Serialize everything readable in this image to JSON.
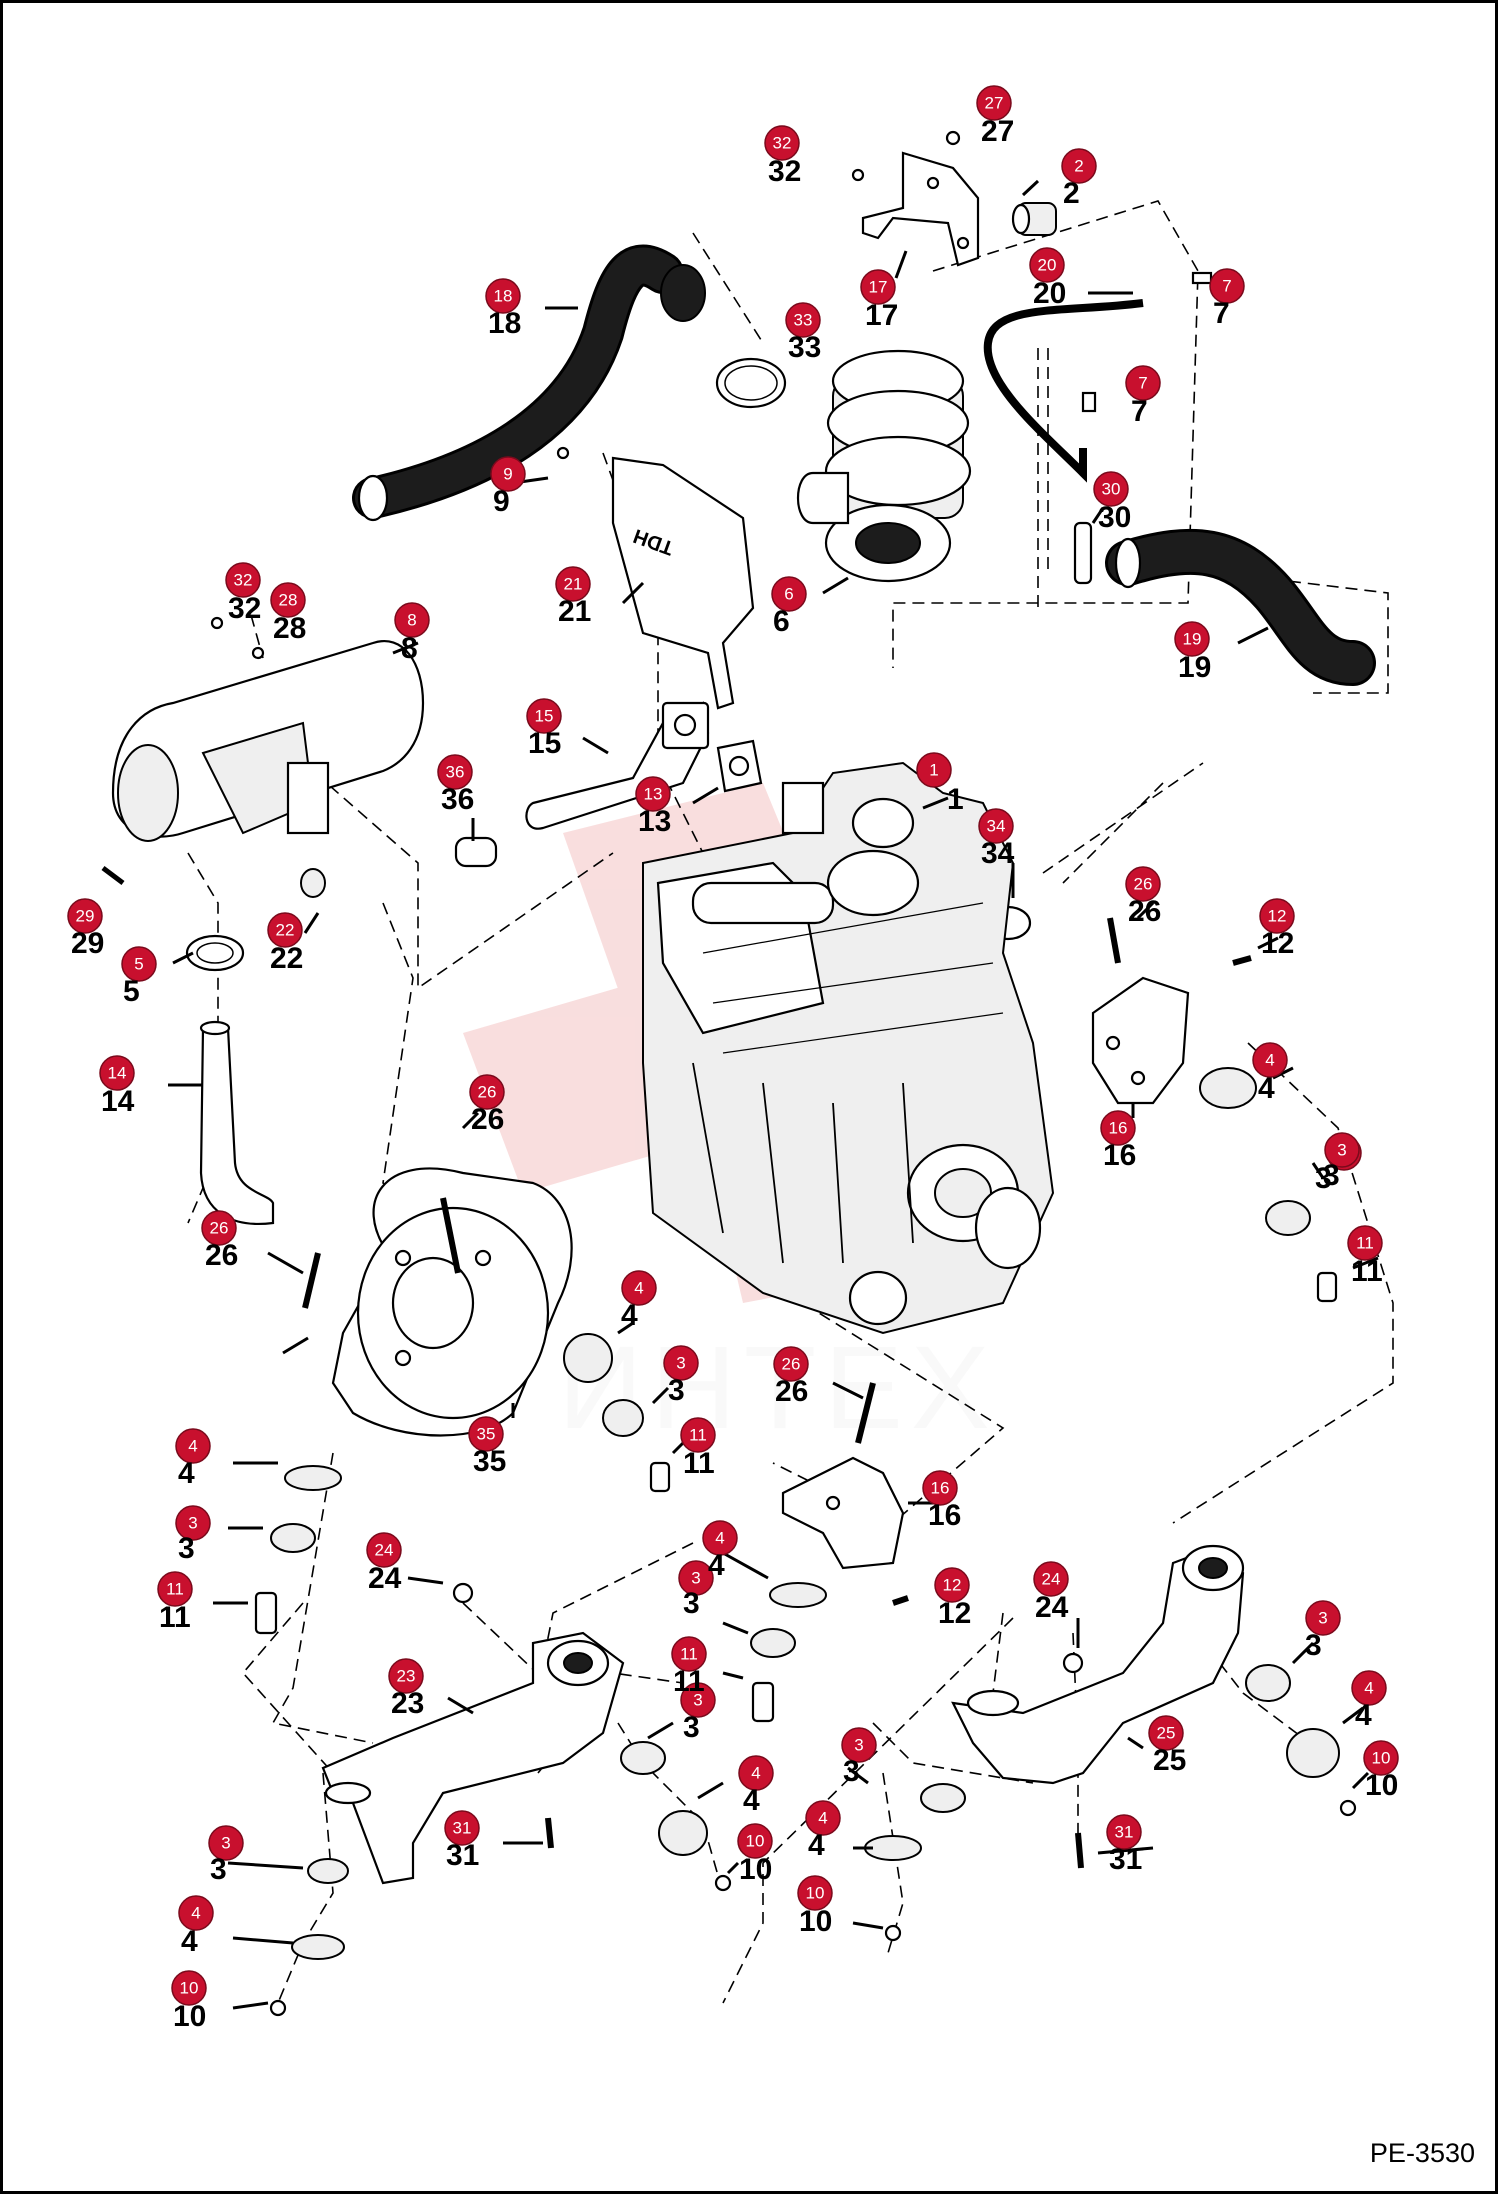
{
  "document": {
    "drawing_code": "PE-3530",
    "watermark_text": "ИНТЕХ"
  },
  "colors": {
    "marker_fill": "#c8102e",
    "marker_text": "#ffffff",
    "line": "#000000",
    "watermark": "#e88a8a"
  },
  "callouts": [
    {
      "id": "c1",
      "part": "1",
      "label": "1"
    },
    {
      "id": "c2",
      "part": "2",
      "label": "2"
    },
    {
      "id": "c3a",
      "part": "3",
      "label": "3"
    },
    {
      "id": "c3b",
      "part": "3",
      "label": "3"
    },
    {
      "id": "c3c",
      "part": "3",
      "label": "3"
    },
    {
      "id": "c3d",
      "part": "3",
      "label": "3"
    },
    {
      "id": "c3e",
      "part": "3",
      "label": "3"
    },
    {
      "id": "c3f",
      "part": "3",
      "label": "3"
    },
    {
      "id": "c3g",
      "part": "3",
      "label": "3"
    },
    {
      "id": "c3h",
      "part": "3",
      "label": "3"
    },
    {
      "id": "c3i",
      "part": "3",
      "label": "3"
    },
    {
      "id": "c4a",
      "part": "4",
      "label": "4"
    },
    {
      "id": "c4b",
      "part": "4",
      "label": "4"
    },
    {
      "id": "c4c",
      "part": "4",
      "label": "4"
    },
    {
      "id": "c4d",
      "part": "4",
      "label": "4"
    },
    {
      "id": "c4e",
      "part": "4",
      "label": "4"
    },
    {
      "id": "c4f",
      "part": "4",
      "label": "4"
    },
    {
      "id": "c4g",
      "part": "4",
      "label": "4"
    },
    {
      "id": "c4h",
      "part": "4",
      "label": "4"
    },
    {
      "id": "c5",
      "part": "5",
      "label": "5"
    },
    {
      "id": "c6",
      "part": "6",
      "label": "6"
    },
    {
      "id": "c7a",
      "part": "7",
      "label": "7"
    },
    {
      "id": "c7b",
      "part": "7",
      "label": "7"
    },
    {
      "id": "c8",
      "part": "8",
      "label": "8"
    },
    {
      "id": "c9",
      "part": "9",
      "label": "9"
    },
    {
      "id": "c10a",
      "part": "10",
      "label": "10"
    },
    {
      "id": "c10b",
      "part": "10",
      "label": "10"
    },
    {
      "id": "c10c",
      "part": "10",
      "label": "10"
    },
    {
      "id": "c10d",
      "part": "10",
      "label": "10"
    },
    {
      "id": "c11a",
      "part": "11",
      "label": "11"
    },
    {
      "id": "c11b",
      "part": "11",
      "label": "11"
    },
    {
      "id": "c11c",
      "part": "11",
      "label": "11"
    },
    {
      "id": "c11d",
      "part": "11",
      "label": "11"
    },
    {
      "id": "c12a",
      "part": "12",
      "label": "12"
    },
    {
      "id": "c12b",
      "part": "12",
      "label": "12"
    },
    {
      "id": "c13",
      "part": "13",
      "label": "13"
    },
    {
      "id": "c14",
      "part": "14",
      "label": "14"
    },
    {
      "id": "c15",
      "part": "15",
      "label": "15"
    },
    {
      "id": "c16a",
      "part": "16",
      "label": "16"
    },
    {
      "id": "c16b",
      "part": "16",
      "label": "16"
    },
    {
      "id": "c17",
      "part": "17",
      "label": "17"
    },
    {
      "id": "c18",
      "part": "18",
      "label": "18"
    },
    {
      "id": "c19",
      "part": "19",
      "label": "19"
    },
    {
      "id": "c20",
      "part": "20",
      "label": "20"
    },
    {
      "id": "c21",
      "part": "21",
      "label": "21"
    },
    {
      "id": "c22",
      "part": "22",
      "label": "22"
    },
    {
      "id": "c23",
      "part": "23",
      "label": "23"
    },
    {
      "id": "c24a",
      "part": "24",
      "label": "24"
    },
    {
      "id": "c24b",
      "part": "24",
      "label": "24"
    },
    {
      "id": "c25",
      "part": "25",
      "label": "25"
    },
    {
      "id": "c26a",
      "part": "26",
      "label": "26"
    },
    {
      "id": "c26b",
      "part": "26",
      "label": "26"
    },
    {
      "id": "c26c",
      "part": "26",
      "label": "26"
    },
    {
      "id": "c26d",
      "part": "26",
      "label": "26"
    },
    {
      "id": "c27",
      "part": "27",
      "label": "27"
    },
    {
      "id": "c28",
      "part": "28",
      "label": "28"
    },
    {
      "id": "c29",
      "part": "29",
      "label": "29"
    },
    {
      "id": "c30",
      "part": "30",
      "label": "30"
    },
    {
      "id": "c31a",
      "part": "31",
      "label": "31"
    },
    {
      "id": "c31b",
      "part": "31",
      "label": "31"
    },
    {
      "id": "c32a",
      "part": "32",
      "label": "32"
    },
    {
      "id": "c32b",
      "part": "32",
      "label": "32"
    },
    {
      "id": "c33",
      "part": "33",
      "label": "33"
    },
    {
      "id": "c34",
      "part": "34",
      "label": "34"
    },
    {
      "id": "c35",
      "part": "35",
      "label": "35"
    },
    {
      "id": "c36",
      "part": "36",
      "label": "36"
    }
  ]
}
